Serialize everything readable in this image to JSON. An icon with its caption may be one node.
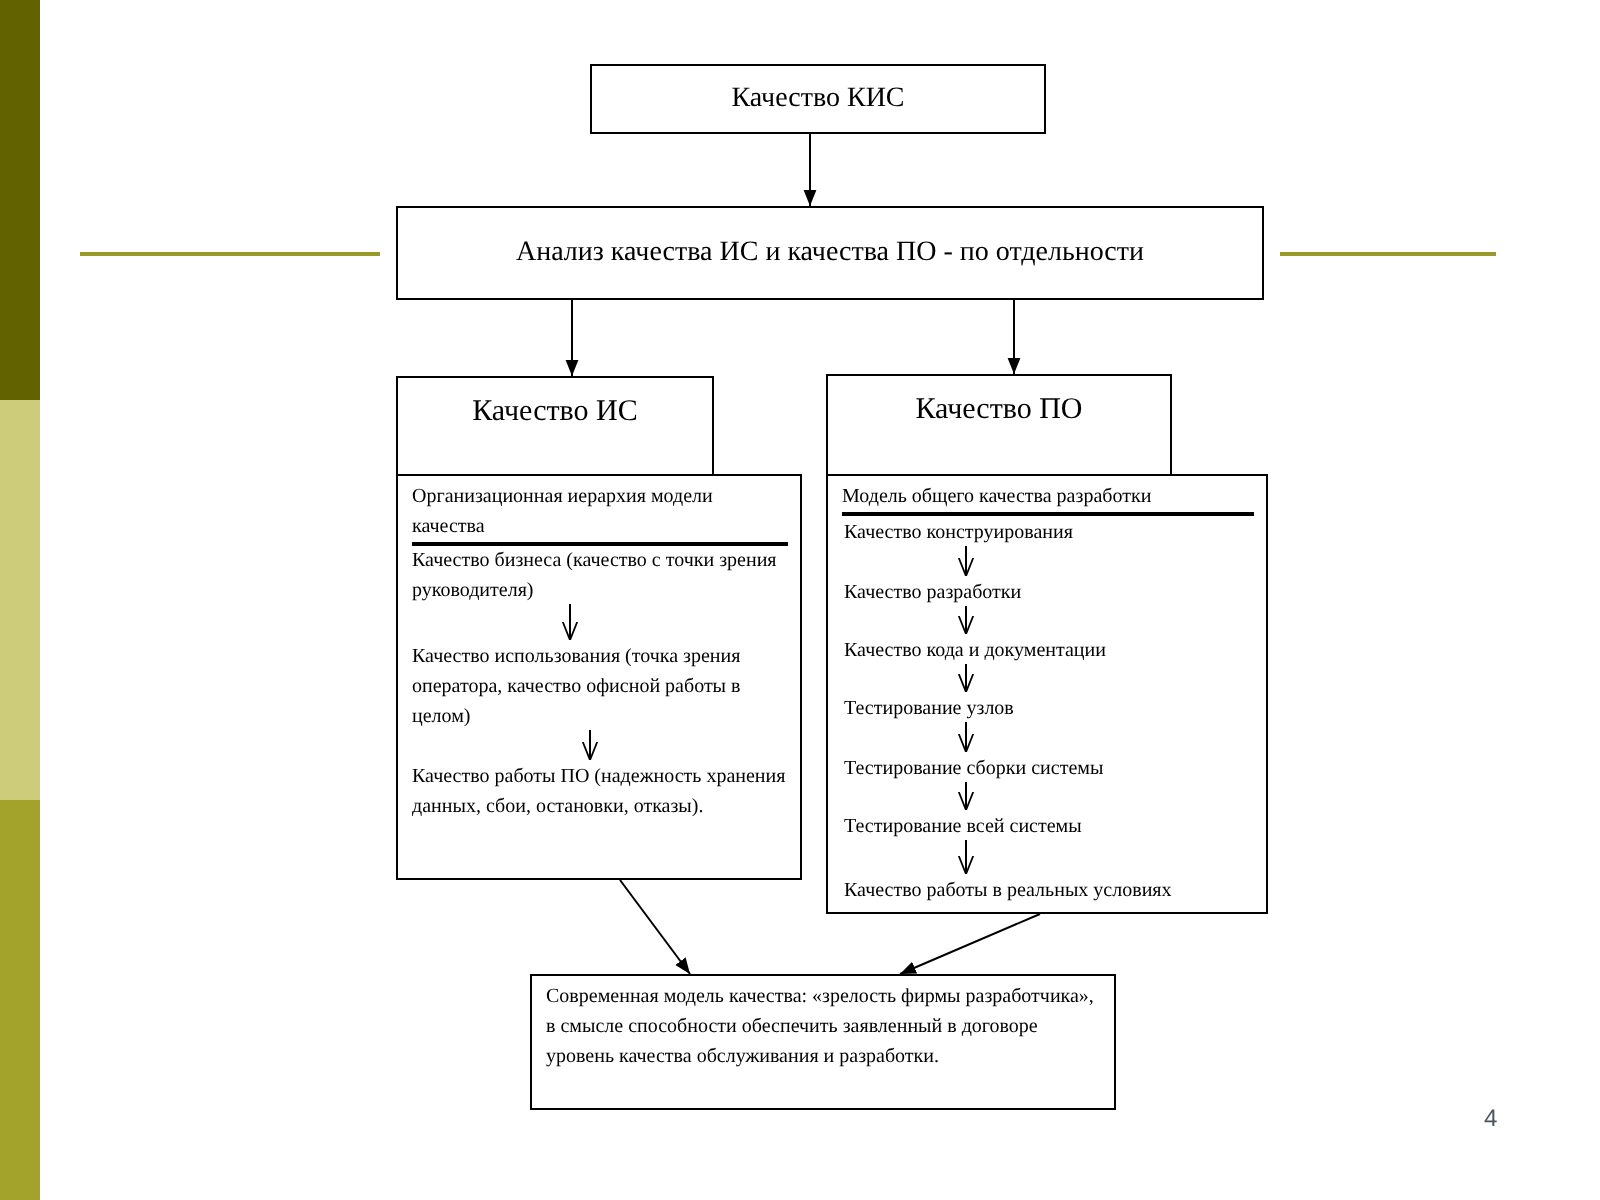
{
  "diagram": {
    "nodes": [
      {
        "text": [
          "Качество КИС"
        ]
      },
      {
        "text": [
          "Анализ качества ИС и качества ПО - по отдельности"
        ]
      },
      {
        "text": [
          "Качество ИС"
        ]
      },
      {
        "text": [
          "Организационная иерархия модели качества"
        ]
      },
      {
        "text": [
          "Качество бизнеса (качество с точки зрения руководителя)"
        ],
        "in": 3
      },
      {
        "text": [
          "Качество использования (точка зрения оператора, качество офисной работы в целом)"
        ],
        "in": 3
      },
      {
        "text": [
          "Качество работы ПО (надежность хранения данных, сбои, остановки, отказы)."
        ],
        "in": 3
      },
      {
        "text": [
          "Качество ПО"
        ]
      },
      {
        "text": [
          "Модель общего качества разработки"
        ]
      },
      {
        "text": [
          "Качество конструирования"
        ],
        "in": 8
      },
      {
        "text": [
          "Качество разработки"
        ],
        "in": 8
      },
      {
        "text": [
          "Качество кода и документации"
        ],
        "in": 8
      },
      {
        "text": [
          "Тестирование узлов"
        ],
        "in": 8
      },
      {
        "text": [
          "Тестирование сборки системы"
        ],
        "in": 8
      },
      {
        "text": [
          "Тестирование всей системы"
        ],
        "in": 8
      },
      {
        "text": [
          "Качество работы в реальных условиях"
        ],
        "in": 8
      },
      {
        "text": [
          "Современная модель качества: «зрелость фирмы разработчика», в смысле способности обеспечить заявленный в договоре уровень качества обслуживания и разработки."
        ]
      }
    ],
    "edges": [
      {
        "from": 0,
        "to": 1,
        "arrow": "to"
      },
      {
        "from": 1,
        "to": 2,
        "arrow": "to"
      },
      {
        "from": 1,
        "to": 7,
        "arrow": "to"
      },
      {
        "from": 4,
        "to": 5,
        "arrow": "to"
      },
      {
        "from": 5,
        "to": 6,
        "arrow": "to"
      },
      {
        "from": 9,
        "to": 10,
        "arrow": "to"
      },
      {
        "from": 10,
        "to": 11,
        "arrow": "to"
      },
      {
        "from": 11,
        "to": 12,
        "arrow": "to"
      },
      {
        "from": 12,
        "to": 13,
        "arrow": "to"
      },
      {
        "from": 13,
        "to": 14,
        "arrow": "to"
      },
      {
        "from": 14,
        "to": 15,
        "arrow": "to"
      },
      {
        "from": 3,
        "to": 16,
        "arrow": "to"
      },
      {
        "from": 8,
        "to": 16,
        "arrow": "to"
      }
    ],
    "labels": [
      "4"
    ]
  }
}
